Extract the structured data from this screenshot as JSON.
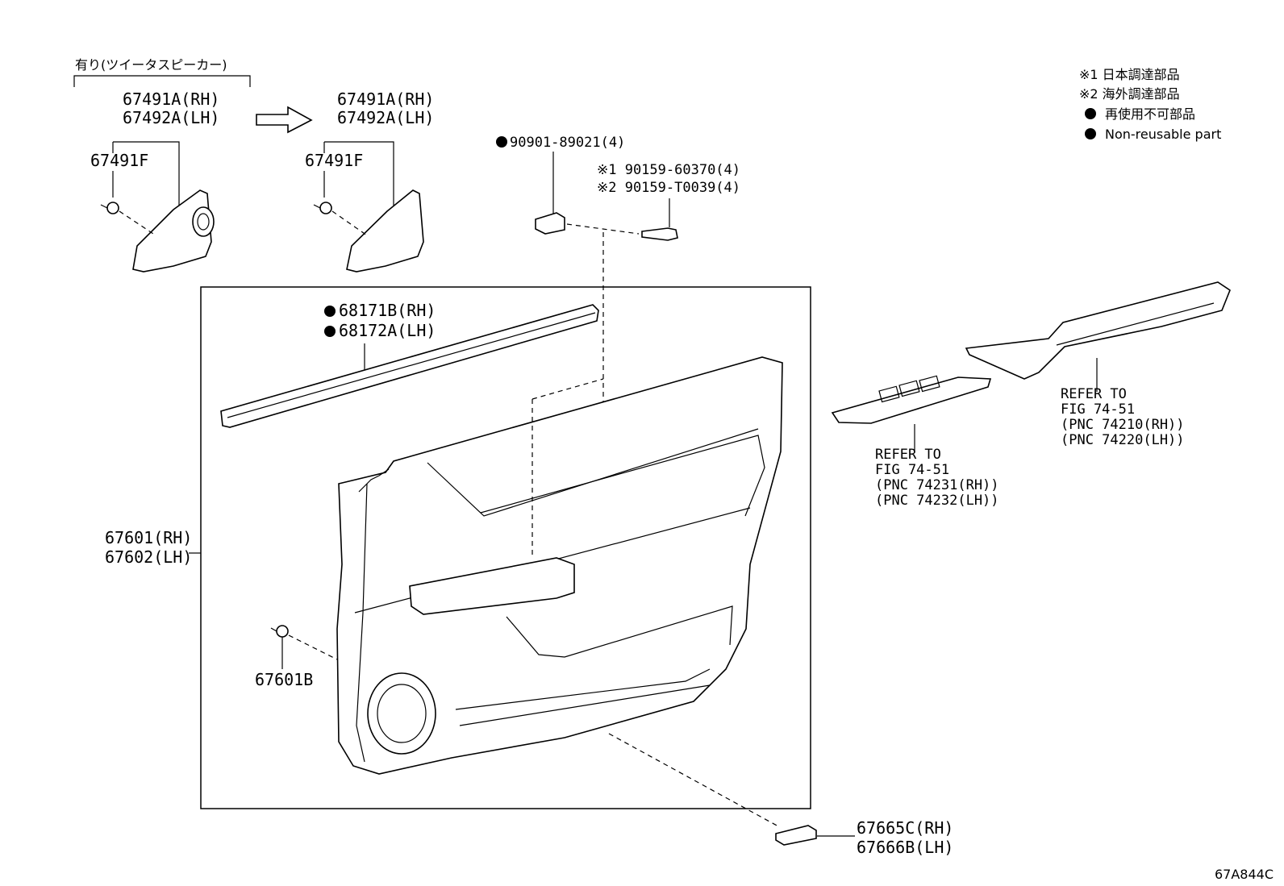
{
  "notes": {
    "n1": "※1 日本調達部品",
    "n2": "※2 海外調達部品",
    "n3": "再使用不可部品",
    "n4": "Non-reusable part"
  },
  "tweeter_option": "有り(ツイータスピーカー)",
  "parts": {
    "p67491A_rh_1": "67491A(RH)",
    "p67492A_lh_1": "67492A(LH)",
    "p67491F_1": "67491F",
    "p67491A_rh_2": "67491A(RH)",
    "p67492A_lh_2": "67492A(LH)",
    "p67491F_2": "67491F",
    "p90901": "90901-89021(4)",
    "p90159_60370": "※1 90159-60370(4)",
    "p90159_T0039": "※2 90159-T0039(4)",
    "p68171B": "68171B(RH)",
    "p68172A": "68172A(LH)",
    "p67601_rh": "67601(RH)",
    "p67602_lh": "67602(LH)",
    "p67601B": "67601B",
    "p67665C": "67665C(RH)",
    "p67666B": "67666B(LH)"
  },
  "refer_switch": {
    "l1": "REFER TO",
    "l2": "FIG 74-51",
    "l3": "(PNC 74231(RH))",
    "l4": "(PNC 74232(LH))"
  },
  "refer_armrest": {
    "l1": "REFER TO",
    "l2": "FIG 74-51",
    "l3": "(PNC 74210(RH))",
    "l4": "(PNC 74220(LH))"
  },
  "figure_code": "67A844C"
}
